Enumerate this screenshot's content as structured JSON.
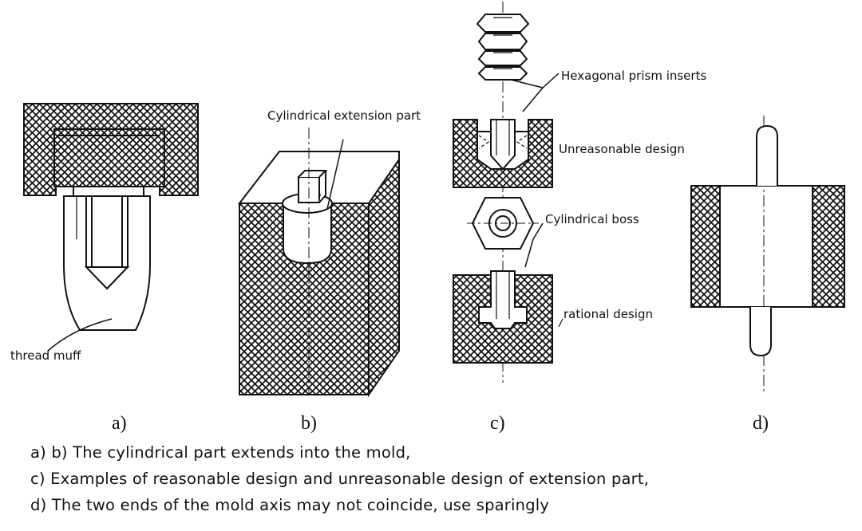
{
  "labels": {
    "thread_muff": "thread muff",
    "cylindrical_extension_part": "Cylindrical extension part",
    "hexagonal_prism_inserts": "Hexagonal prism inserts",
    "unreasonable_design": "Unreasonable design",
    "cylindrical_boss": "Cylindrical boss",
    "rational_design": "rational design"
  },
  "subfigures": {
    "a": "a)",
    "b": "b)",
    "c": "c)",
    "d": "d)"
  },
  "caption": [
    "a) b) The cylindrical part extends into the mold,",
    "c) Examples of reasonable design and unreasonable design of extension part,",
    "d) The two ends of the mold axis may not coincide, use sparingly"
  ]
}
